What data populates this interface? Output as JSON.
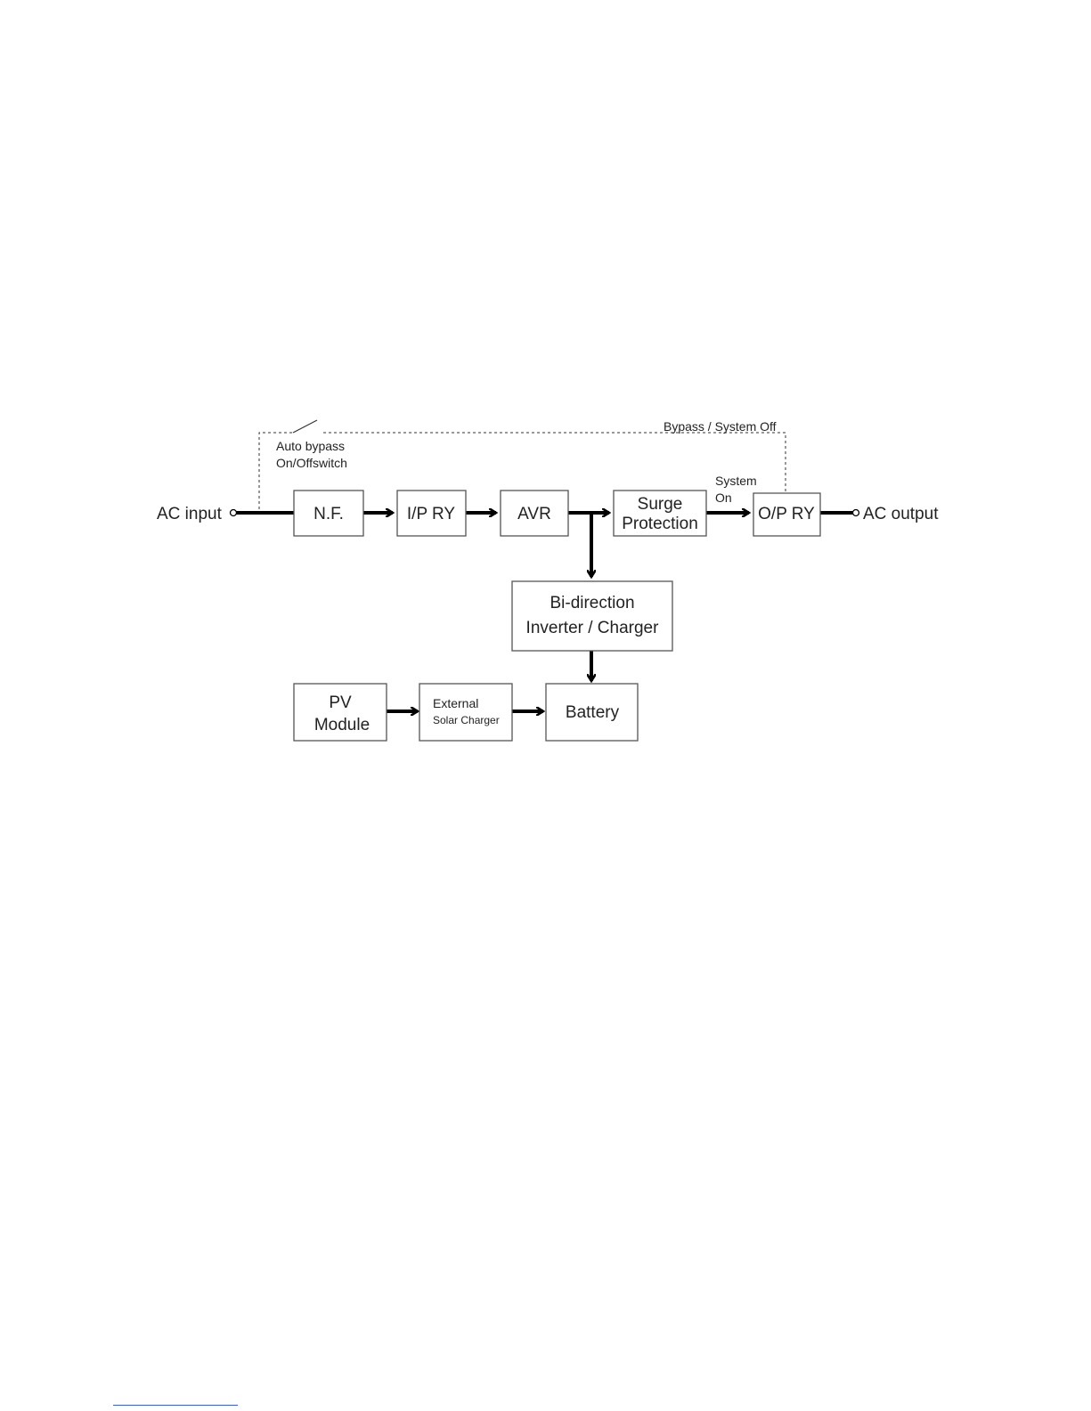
{
  "labels": {
    "ac_input": "AC input",
    "ac_output": "AC output",
    "auto_bypass_line1": "Auto bypass",
    "auto_bypass_line2": "On/Offswitch",
    "bypass_system_off": "Bypass / System Off",
    "system_on_line1": "System",
    "system_on_line2": "On"
  },
  "blocks": {
    "nf": "N.F.",
    "ip_ry": "I/P RY",
    "avr": "AVR",
    "surge_line1": "Surge",
    "surge_line2": "Protection",
    "op_ry": "O/P RY",
    "inverter_line1": "Bi-direction",
    "inverter_line2": "Inverter / Charger",
    "pv_line1": "PV",
    "pv_line2": "Module",
    "solar_line1": "External",
    "solar_line2": "Solar Charger",
    "battery": "Battery"
  }
}
